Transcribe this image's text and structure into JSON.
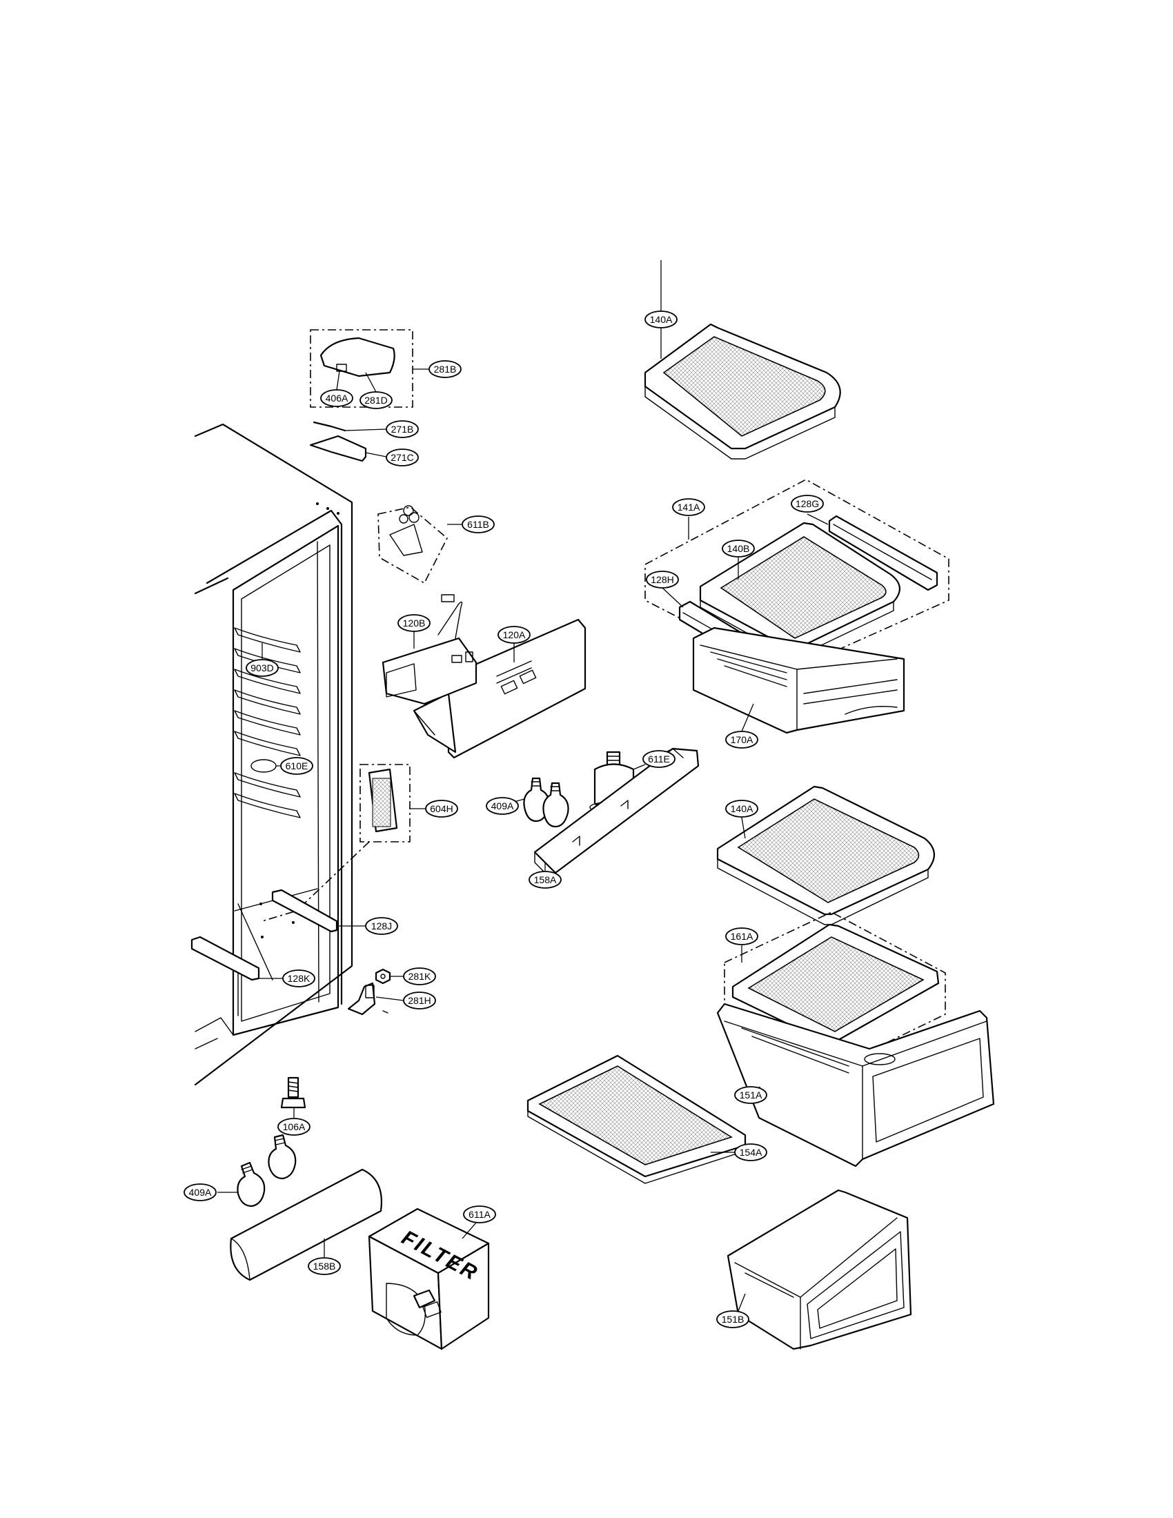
{
  "labels": {
    "l140A_top": "140A",
    "l281B": "281B",
    "l406A": "406A",
    "l281D": "281D",
    "l271B": "271B",
    "l271C": "271C",
    "l611B": "611B",
    "l141A": "141A",
    "l128G": "128G",
    "l140B": "140B",
    "l128H": "128H",
    "l120B": "120B",
    "l120A": "120A",
    "l903D": "903D",
    "l170A": "170A",
    "l611E": "611E",
    "l610E": "610E",
    "l409A_mid": "409A",
    "l604H": "604H",
    "l140A_mid": "140A",
    "l158A": "158A",
    "l128J": "128J",
    "l161A": "161A",
    "l281K": "281K",
    "l128K": "128K",
    "l281H": "281H",
    "l151A": "151A",
    "l106A": "106A",
    "l154A": "154A",
    "l409A_bot": "409A",
    "l611A": "611A",
    "l158B": "158B",
    "l151B": "151B",
    "filter_box_text": "FILTER"
  }
}
